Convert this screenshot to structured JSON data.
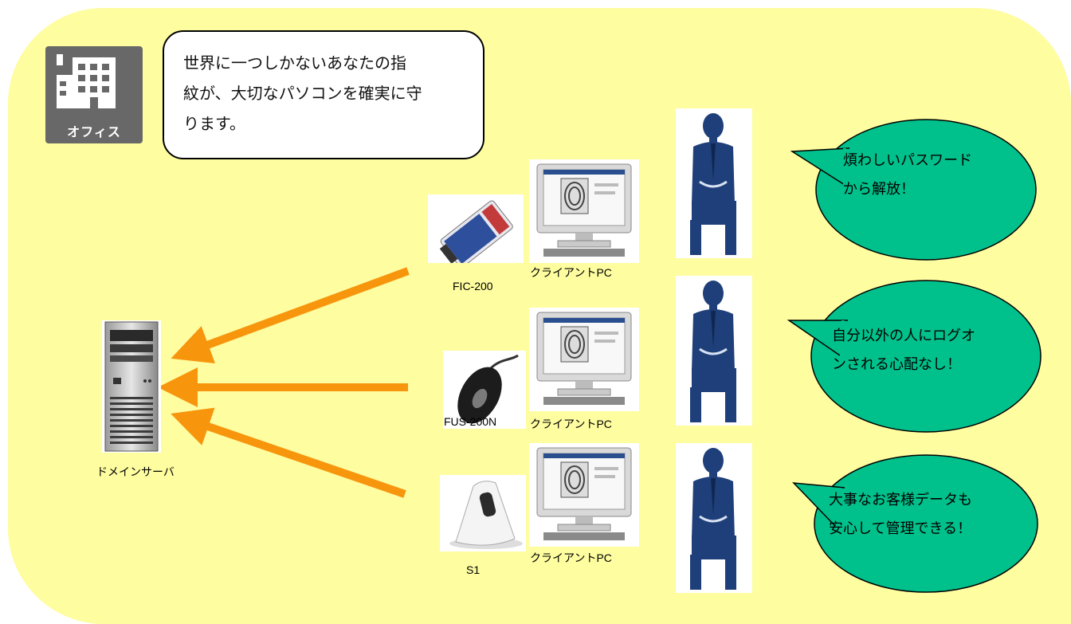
{
  "office_badge": {
    "label": "オフィス",
    "icon": "office-building-icon"
  },
  "intro": {
    "lines": [
      "世界に一つしかないあなたの指",
      "紋が、大切なパソコンを確実に守",
      "ります。"
    ]
  },
  "server": {
    "label": "ドメインサーバ"
  },
  "devices": [
    {
      "label": "FIC-200"
    },
    {
      "label": "FUS-200N"
    },
    {
      "label": "S1"
    }
  ],
  "client_pc_label": "クライアントPC",
  "bubbles": [
    {
      "lines": [
        "煩わしいパスワード",
        "から解放！"
      ]
    },
    {
      "lines": [
        "自分以外の人にログオ",
        "ンされる心配なし！"
      ]
    },
    {
      "lines": [
        "大事なお客様データも",
        "安心して管理できる！"
      ]
    }
  ],
  "colors": {
    "background": "#fefda0",
    "arrow": "#f7950d",
    "bubble": "#00c18b",
    "suit": "#1f3f7a"
  }
}
